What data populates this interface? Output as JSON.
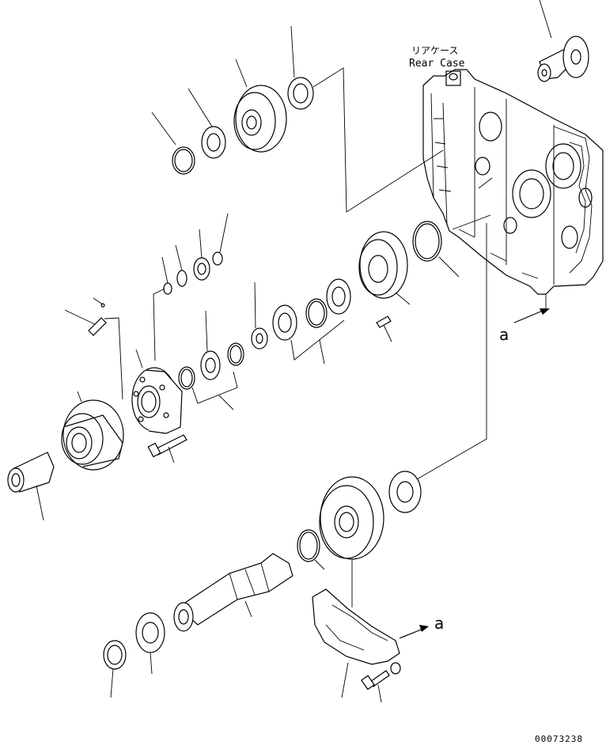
{
  "labels": {
    "rear_case_jp": "リアケース",
    "rear_case_en": "Rear Case",
    "view_mark_upper": "a",
    "view_mark_lower": "a",
    "drawing_number": "00073238"
  }
}
